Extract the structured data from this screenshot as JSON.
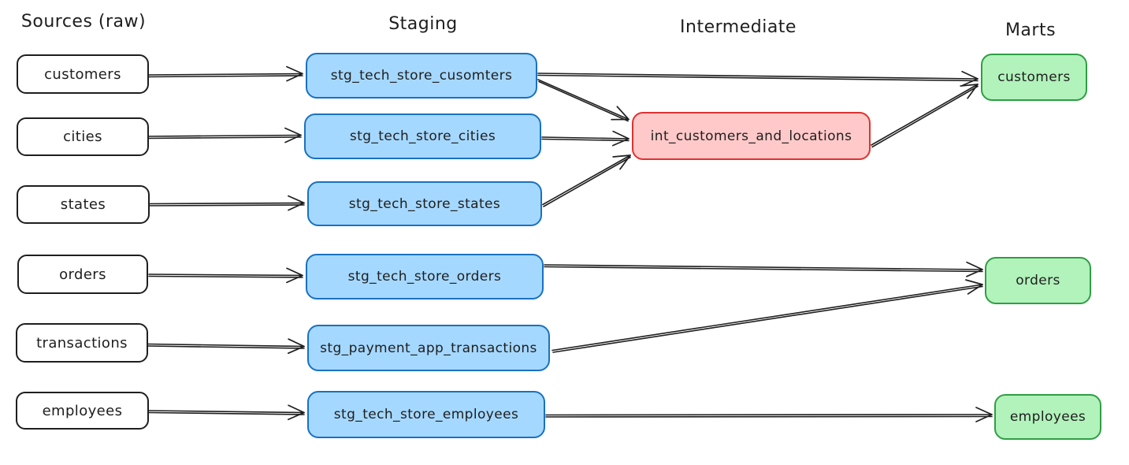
{
  "diagram": {
    "columns": [
      {
        "id": "sources",
        "label": "Sources (raw)"
      },
      {
        "id": "staging",
        "label": "Staging"
      },
      {
        "id": "intermediate",
        "label": "Intermediate"
      },
      {
        "id": "marts",
        "label": "Marts"
      }
    ],
    "nodes": [
      {
        "id": "src-customers",
        "layer": "sources",
        "label": "customers"
      },
      {
        "id": "src-cities",
        "layer": "sources",
        "label": "cities"
      },
      {
        "id": "src-states",
        "layer": "sources",
        "label": "states"
      },
      {
        "id": "src-orders",
        "layer": "sources",
        "label": "orders"
      },
      {
        "id": "src-transactions",
        "layer": "sources",
        "label": "transactions"
      },
      {
        "id": "src-employees",
        "layer": "sources",
        "label": "employees"
      },
      {
        "id": "stg-customers",
        "layer": "staging",
        "label": "stg_tech_store_cusomters"
      },
      {
        "id": "stg-cities",
        "layer": "staging",
        "label": "stg_tech_store_cities"
      },
      {
        "id": "stg-states",
        "layer": "staging",
        "label": "stg_tech_store_states"
      },
      {
        "id": "stg-orders",
        "layer": "staging",
        "label": "stg_tech_store_orders"
      },
      {
        "id": "stg-transactions",
        "layer": "staging",
        "label": "stg_payment_app_transactions"
      },
      {
        "id": "stg-employees",
        "layer": "staging",
        "label": "stg_tech_store_employees"
      },
      {
        "id": "int-customers-and-locations",
        "layer": "intermediate",
        "label": "int_customers_and_locations"
      },
      {
        "id": "mart-customers",
        "layer": "marts",
        "label": "customers"
      },
      {
        "id": "mart-orders",
        "layer": "marts",
        "label": "orders"
      },
      {
        "id": "mart-employees",
        "layer": "marts",
        "label": "employees"
      }
    ],
    "edges": [
      {
        "from": "src-customers",
        "to": "stg-customers"
      },
      {
        "from": "src-cities",
        "to": "stg-cities"
      },
      {
        "from": "src-states",
        "to": "stg-states"
      },
      {
        "from": "src-orders",
        "to": "stg-orders"
      },
      {
        "from": "src-transactions",
        "to": "stg-transactions"
      },
      {
        "from": "src-employees",
        "to": "stg-employees"
      },
      {
        "from": "stg-customers",
        "to": "mart-customers"
      },
      {
        "from": "stg-customers",
        "to": "int-customers-and-locations"
      },
      {
        "from": "stg-cities",
        "to": "int-customers-and-locations"
      },
      {
        "from": "stg-states",
        "to": "int-customers-and-locations"
      },
      {
        "from": "int-customers-and-locations",
        "to": "mart-customers"
      },
      {
        "from": "stg-orders",
        "to": "mart-orders"
      },
      {
        "from": "stg-transactions",
        "to": "mart-orders"
      },
      {
        "from": "stg-employees",
        "to": "mart-employees"
      }
    ],
    "colors": {
      "source_fill": "#ffffff",
      "source_stroke": "#1e1e1e",
      "staging_fill": "#a5d8ff",
      "staging_stroke": "#1971c2",
      "intermediate_fill": "#ffc9c9",
      "intermediate_stroke": "#e03131",
      "marts_fill": "#b2f2bb",
      "marts_stroke": "#2f9e44",
      "edge_stroke": "#1e1e1e",
      "text": "#1e1e1e",
      "background": "#ffffff"
    }
  }
}
